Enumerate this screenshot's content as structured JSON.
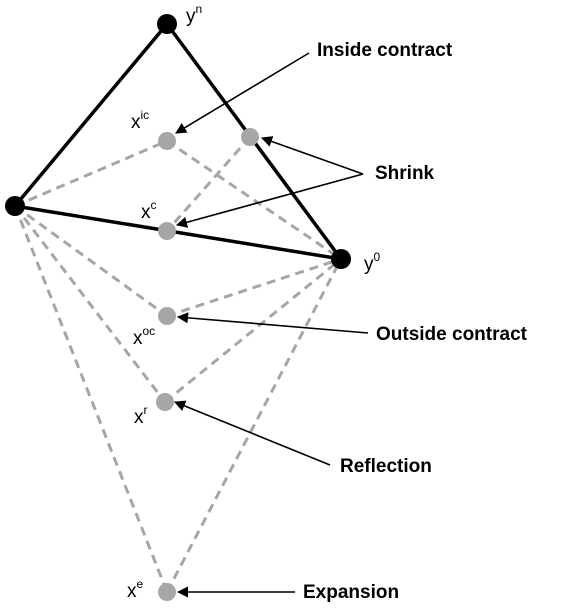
{
  "colors": {
    "simplex_edge": "#000000",
    "candidate_edge": "#a6a6a6",
    "vertex_fill": "#000000",
    "candidate_fill": "#a6a6a6",
    "arrow": "#000000",
    "background": "#ffffff"
  },
  "vertices": {
    "yn": {
      "base": "y",
      "sup": "n"
    },
    "y0": {
      "base": "y",
      "sup": "0"
    }
  },
  "points": {
    "xic": {
      "base": "x",
      "sup": "ic"
    },
    "xc": {
      "base": "x",
      "sup": "c"
    },
    "xoc": {
      "base": "x",
      "sup": "oc"
    },
    "xr": {
      "base": "x",
      "sup": "r"
    },
    "xe": {
      "base": "x",
      "sup": "e"
    }
  },
  "callouts": {
    "inside_contract": "Inside contract",
    "shrink": "Shrink",
    "outside_contract": "Outside contract",
    "reflection": "Reflection",
    "expansion": "Expansion"
  }
}
